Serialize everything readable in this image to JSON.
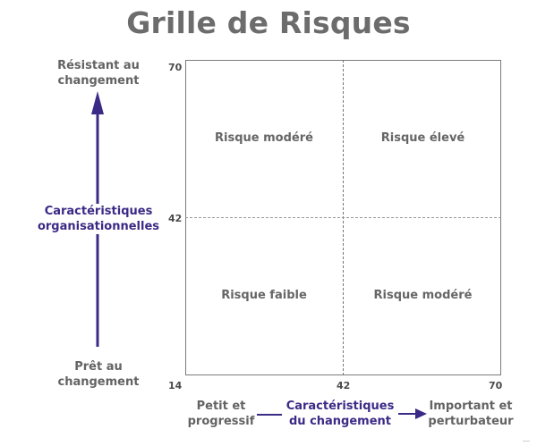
{
  "title": "Grille de Risques",
  "y_axis": {
    "top_label_line1": "Résistant au",
    "top_label_line2": "changement",
    "center_label_line1": "Caractéristiques",
    "center_label_line2": "organisationnelles",
    "bottom_label_line1": "Prêt au",
    "bottom_label_line2": "changement",
    "tick_top": "70",
    "tick_mid": "42"
  },
  "x_axis": {
    "left_label_line1": "Petit et",
    "left_label_line2": "progressif",
    "center_label_line1": "Caractéristiques",
    "center_label_line2": "du changement",
    "right_label_line1": "Important et",
    "right_label_line2": "perturbateur",
    "tick_left": "14",
    "tick_mid": "42",
    "tick_right": "70"
  },
  "quadrants": {
    "top_left": "Risque modéré",
    "top_right": "Risque élevé",
    "bottom_left": "Risque faible",
    "bottom_right": "Risque modéré"
  },
  "colors": {
    "accent": "#3b2a86",
    "label_gray": "#636363",
    "title_gray": "#6c6c6c"
  }
}
